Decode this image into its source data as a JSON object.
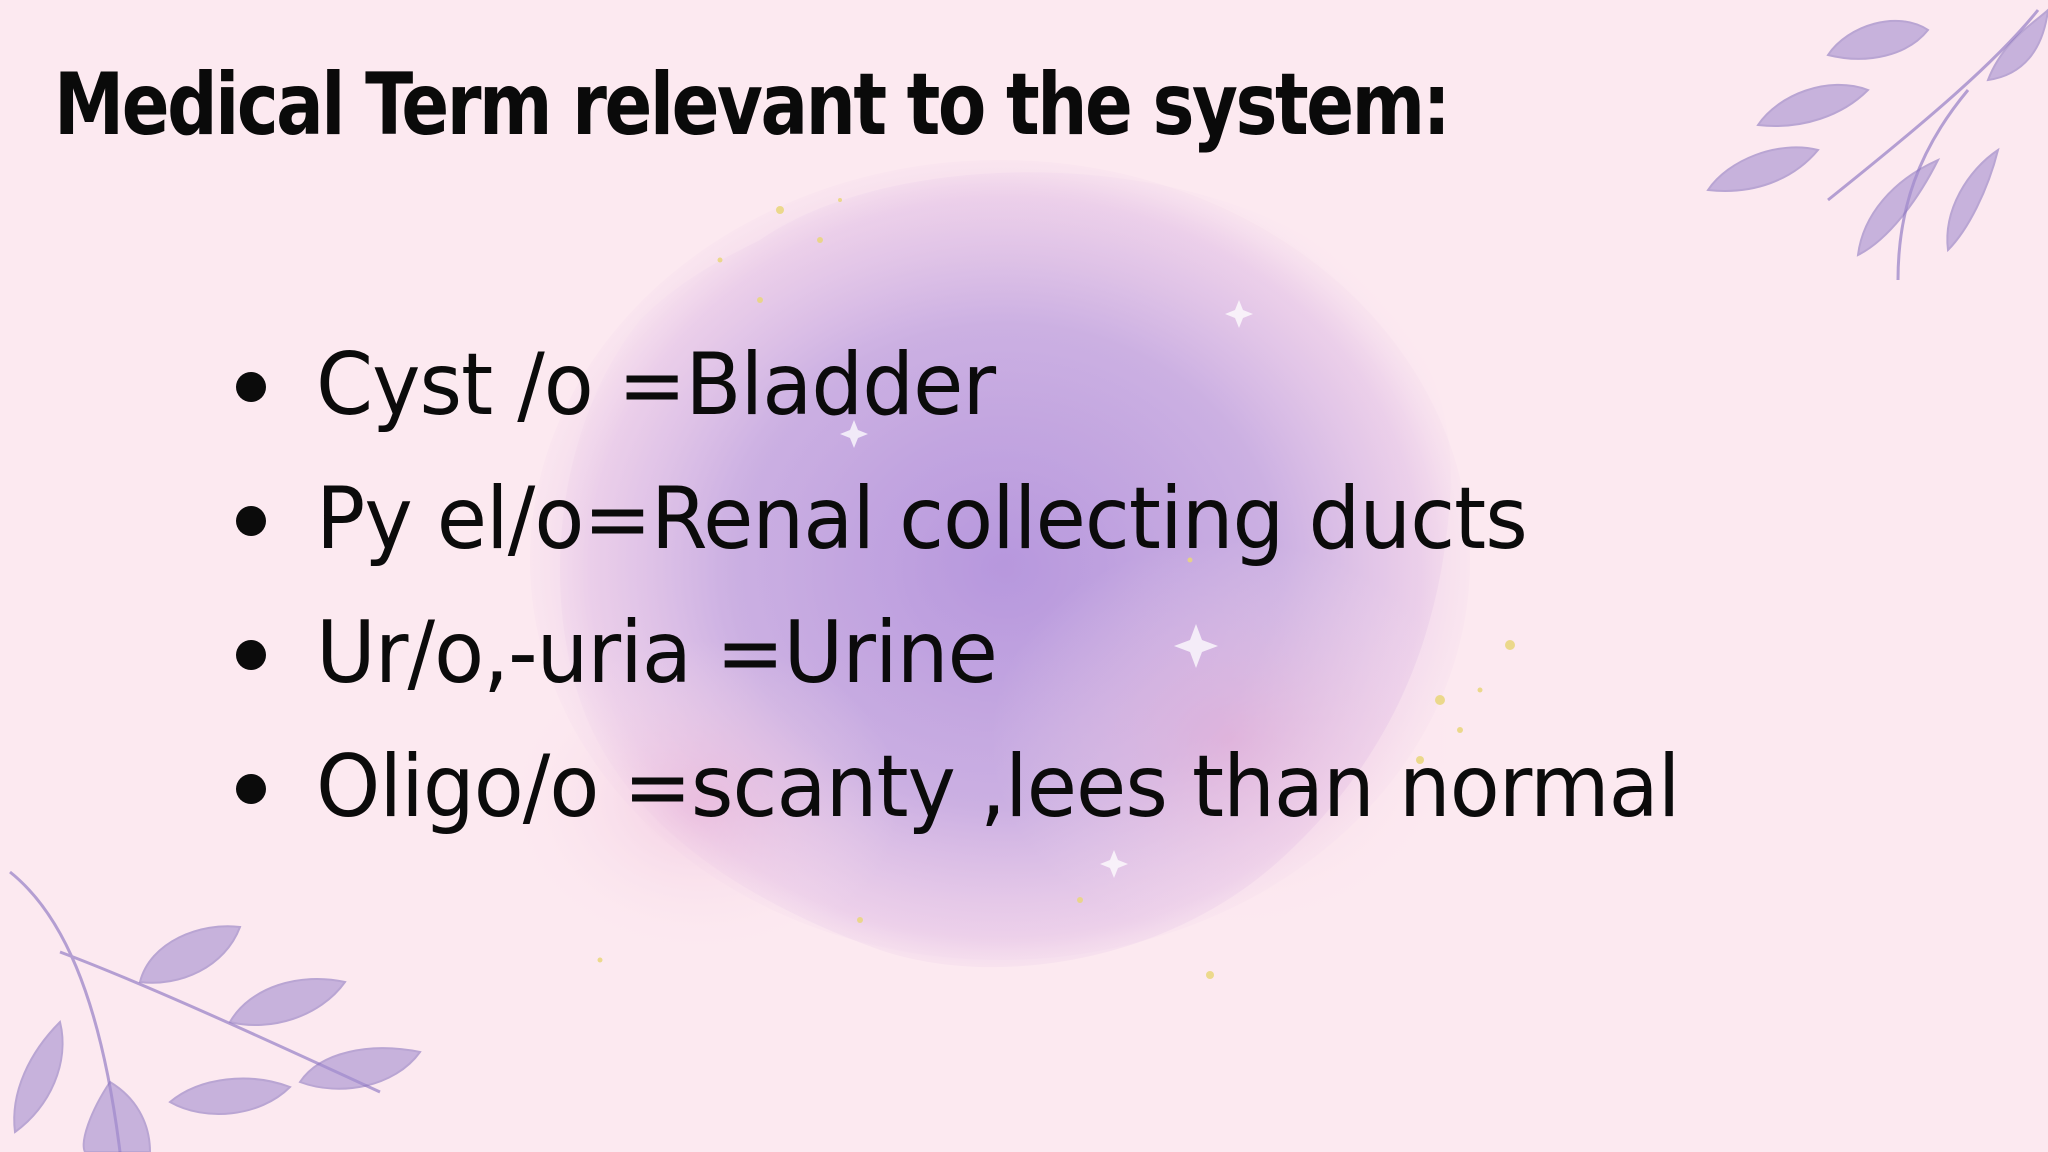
{
  "slide": {
    "title": "Medical Term relevant to the system:",
    "terms": [
      "Cyst /o =Bladder",
      "Py el/o=Renal collecting ducts",
      "Ur/o,-uria =Urine",
      "Oligo/o =scanty ,lees than normal"
    ]
  },
  "colors": {
    "background": "#fce9f0",
    "blob": "#b89ad8",
    "leaf": "#a58fd0",
    "text": "#0b0b0b",
    "sparkle": "#e9d67a"
  },
  "icons": {
    "bullet": "bullet-dot",
    "decoration_top_right": "leaf-branch-icon",
    "decoration_bottom_left": "leaf-branch-icon"
  }
}
